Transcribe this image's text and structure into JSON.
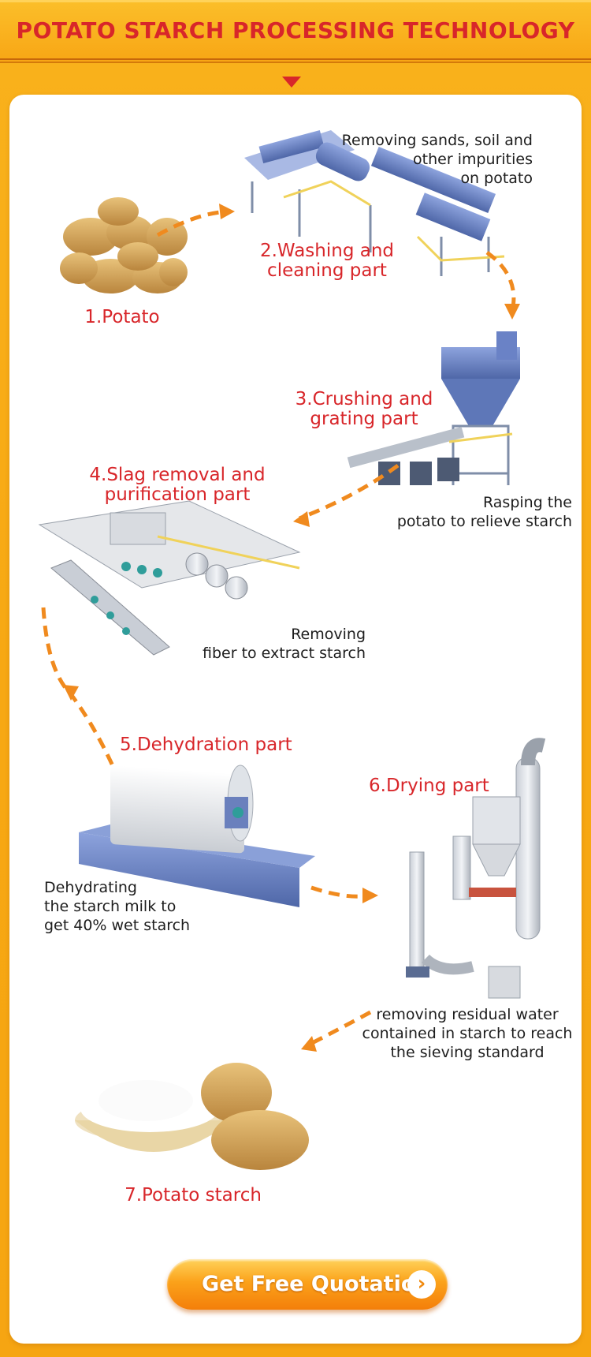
{
  "header": {
    "title": "POTATO STARCH PROCESSING TECHNOLOGY"
  },
  "steps": [
    {
      "title": "1.Potato",
      "desc": ""
    },
    {
      "title": "2.Washing and cleaning part",
      "title_lines": [
        "2.Washing and",
        "cleaning part"
      ],
      "desc_lines": [
        "Removing sands, soil and",
        "other impurities",
        "on potato"
      ]
    },
    {
      "title": "3.Crushing and grating part",
      "title_lines": [
        "3.Crushing and",
        "grating part"
      ],
      "desc_lines": [
        "Rasping the",
        "potato to relieve starch"
      ]
    },
    {
      "title": "4.Slag removal and purification part",
      "title_lines": [
        "4.Slag removal and",
        "purification part"
      ],
      "desc_lines": [
        "Removing",
        "fiber to extract starch"
      ]
    },
    {
      "title": "5.Dehydration part",
      "desc_lines": [
        "Dehydrating",
        "the starch milk to",
        "get 40% wet starch"
      ]
    },
    {
      "title": "6.Drying part",
      "desc_lines": [
        "removing residual water",
        "contained in starch to reach",
        "the sieving standard"
      ]
    },
    {
      "title": "7.Potato starch",
      "desc": ""
    }
  ],
  "cta": {
    "label": "Get Free Quotation",
    "icon": "chevron-right-icon"
  },
  "colors": {
    "accent_red": "#d8262a",
    "arrow_orange": "#f08a1e",
    "machine_blue": "#6f86c4",
    "background_orange": "#f7a813"
  }
}
